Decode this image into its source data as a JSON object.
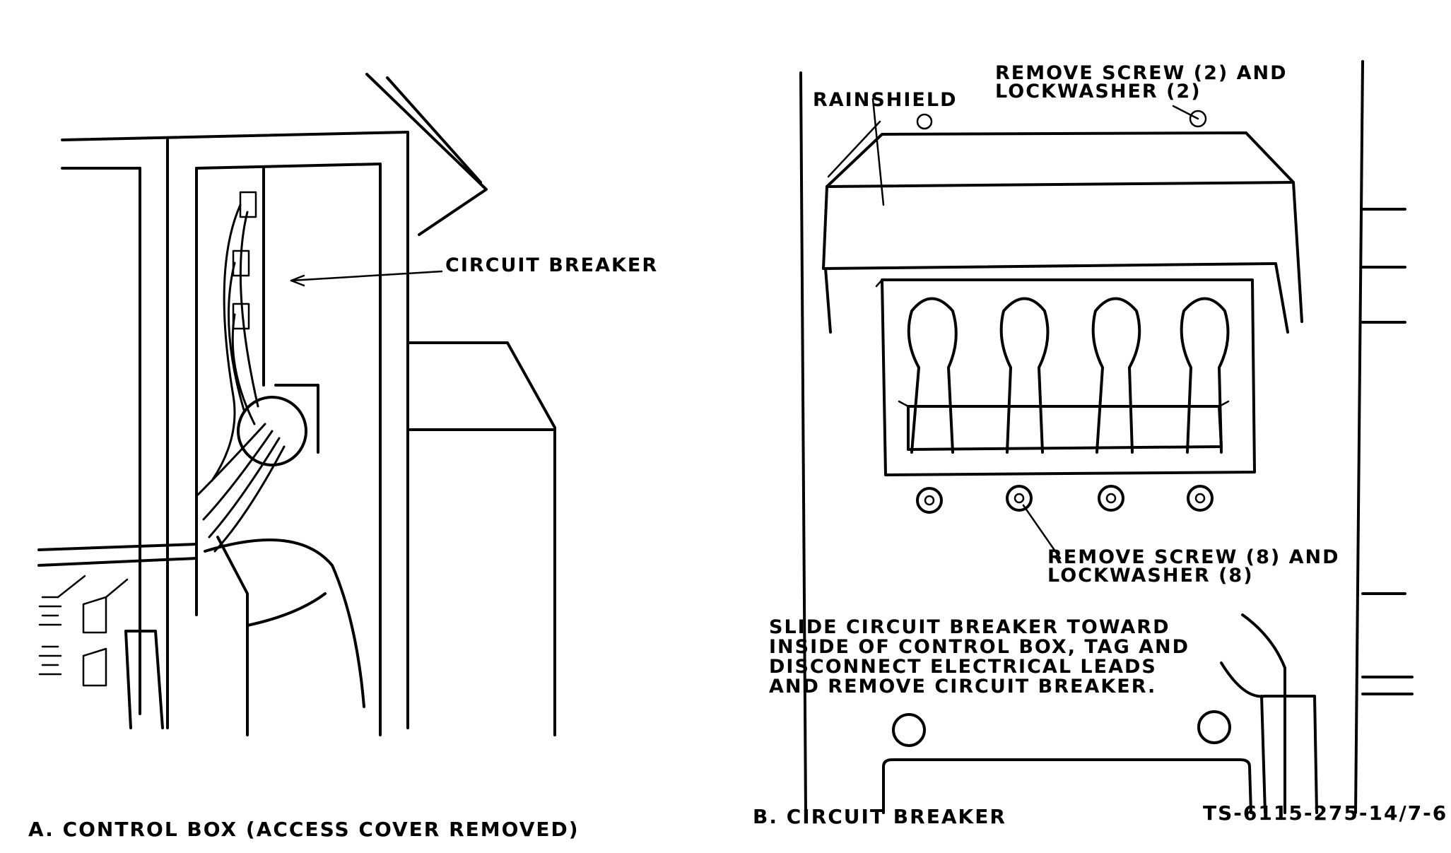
{
  "panel_a": {
    "label_circuit_breaker": "CIRCUIT BREAKER",
    "caption": "A.  CONTROL BOX (ACCESS COVER REMOVED)"
  },
  "panel_b": {
    "label_rainshield": "RAINSHIELD",
    "label_top_screw_line1": "REMOVE SCREW (2) AND",
    "label_top_screw_line2": "LOCKWASHER (2)",
    "label_bottom_screw_line1": "REMOVE SCREW (8) AND",
    "label_bottom_screw_line2": "LOCKWASHER (8)",
    "instruction_lines": [
      "SLIDE CIRCUIT BREAKER TOWARD",
      "INSIDE OF CONTROL BOX, TAG AND",
      "DISCONNECT ELECTRICAL LEADS",
      "AND REMOVE CIRCUIT BREAKER."
    ],
    "caption": "B.  CIRCUIT BREAKER",
    "figure_id": "TS-6115-275-14/7-6"
  }
}
